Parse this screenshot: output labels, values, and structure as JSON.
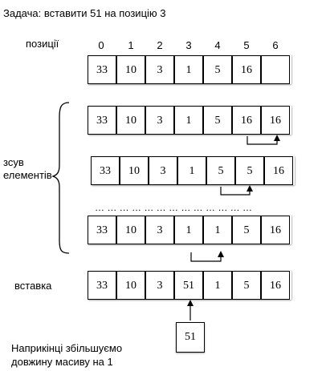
{
  "title": "Задача: вставити 51 на позицію 3",
  "positions_label": "позиції",
  "positions": [
    "0",
    "1",
    "2",
    "3",
    "4",
    "5",
    "6"
  ],
  "shift_label_line1": "зсув",
  "shift_label_line2": "елементів",
  "insert_label": "вставка",
  "ellipsis": "… … … … … … … … … … … … …",
  "rows": [
    {
      "cells": [
        "33",
        "10",
        "3",
        "1",
        "5",
        "16",
        ""
      ]
    },
    {
      "cells": [
        "33",
        "10",
        "3",
        "1",
        "5",
        "16",
        "16"
      ]
    },
    {
      "cells": [
        "33",
        "10",
        "3",
        "1",
        "5",
        "5",
        "16"
      ]
    },
    {
      "cells": [
        "33",
        "10",
        "3",
        "1",
        "1",
        "5",
        "16"
      ]
    },
    {
      "cells": [
        "33",
        "10",
        "3",
        "51",
        "1",
        "5",
        "16"
      ]
    }
  ],
  "new_value": "51",
  "footer_line1": "Наприкінці збільшуємо",
  "footer_line2": "довжину масиву на 1"
}
